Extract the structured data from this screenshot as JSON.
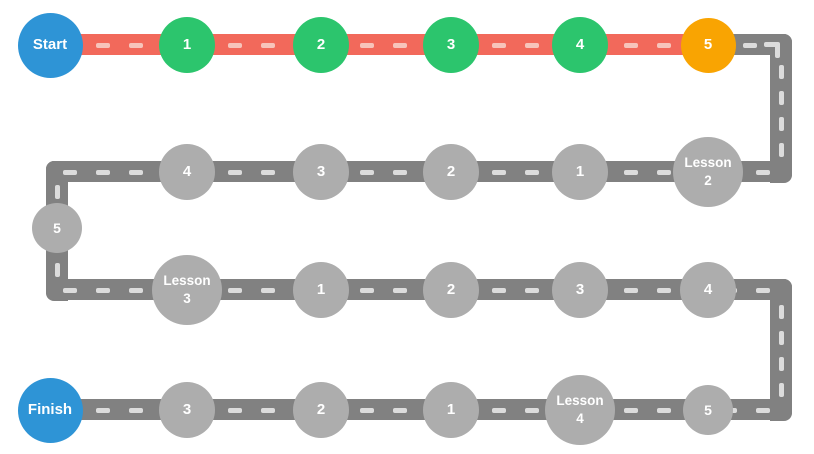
{
  "diagram_title": "lesson-progress-roadmap",
  "colors": {
    "start_finish": "#2E94D6",
    "completed": "#2CC56D",
    "current": "#F9A402",
    "upcoming": "#ADADAD",
    "road_active": "#F2695B",
    "road_default": "#818181",
    "dash_on_active": "#F7C4BB",
    "dash_on_default": "#DCDCDC",
    "label_text": "#FFFFFF"
  },
  "nodes": [
    {
      "id": "start",
      "label": "Start",
      "kind": "terminal",
      "color": "start_finish",
      "row": 0,
      "col": 0
    },
    {
      "id": "lesson1-step1",
      "label": "1",
      "kind": "step",
      "color": "completed",
      "row": 0,
      "col": 1
    },
    {
      "id": "lesson1-step2",
      "label": "2",
      "kind": "step",
      "color": "completed",
      "row": 0,
      "col": 2
    },
    {
      "id": "lesson1-step3",
      "label": "3",
      "kind": "step",
      "color": "completed",
      "row": 0,
      "col": 3
    },
    {
      "id": "lesson1-step4",
      "label": "4",
      "kind": "step",
      "color": "completed",
      "row": 0,
      "col": 4
    },
    {
      "id": "lesson1-step5",
      "label": "5",
      "kind": "current",
      "color": "current",
      "row": 0,
      "col": 5
    },
    {
      "id": "lesson2",
      "label": "Lesson\n2",
      "kind": "lesson",
      "color": "upcoming",
      "row": 1,
      "col": 5
    },
    {
      "id": "lesson2-step1",
      "label": "1",
      "kind": "step",
      "color": "upcoming",
      "row": 1,
      "col": 4
    },
    {
      "id": "lesson2-step2",
      "label": "2",
      "kind": "step",
      "color": "upcoming",
      "row": 1,
      "col": 3
    },
    {
      "id": "lesson2-step3",
      "label": "3",
      "kind": "step",
      "color": "upcoming",
      "row": 1,
      "col": 2
    },
    {
      "id": "lesson2-step4",
      "label": "4",
      "kind": "step",
      "color": "upcoming",
      "row": 1,
      "col": 1
    },
    {
      "id": "lesson2-step5",
      "label": "5",
      "kind": "small",
      "color": "upcoming",
      "row": 1.5,
      "col": "L"
    },
    {
      "id": "lesson3",
      "label": "Lesson\n3",
      "kind": "lesson",
      "color": "upcoming",
      "row": 2,
      "col": 1
    },
    {
      "id": "lesson3-step1",
      "label": "1",
      "kind": "step",
      "color": "upcoming",
      "row": 2,
      "col": 2
    },
    {
      "id": "lesson3-step2",
      "label": "2",
      "kind": "step",
      "color": "upcoming",
      "row": 2,
      "col": 3
    },
    {
      "id": "lesson3-step3",
      "label": "3",
      "kind": "step",
      "color": "upcoming",
      "row": 2,
      "col": 4
    },
    {
      "id": "lesson3-step4",
      "label": "4",
      "kind": "step",
      "color": "upcoming",
      "row": 2,
      "col": 5
    },
    {
      "id": "lesson3-step5",
      "label": "5",
      "kind": "small",
      "color": "upcoming",
      "row": 3,
      "col": 5
    },
    {
      "id": "lesson4",
      "label": "Lesson\n4",
      "kind": "lesson",
      "color": "upcoming",
      "row": 3,
      "col": 4
    },
    {
      "id": "lesson4-step1",
      "label": "1",
      "kind": "step",
      "color": "upcoming",
      "row": 3,
      "col": 3
    },
    {
      "id": "lesson4-step2",
      "label": "2",
      "kind": "step",
      "color": "upcoming",
      "row": 3,
      "col": 2
    },
    {
      "id": "lesson4-step3",
      "label": "3",
      "kind": "step",
      "color": "upcoming",
      "row": 3,
      "col": 1
    },
    {
      "id": "finish",
      "label": "Finish",
      "kind": "terminal",
      "color": "start_finish",
      "row": 3,
      "col": 0
    }
  ]
}
